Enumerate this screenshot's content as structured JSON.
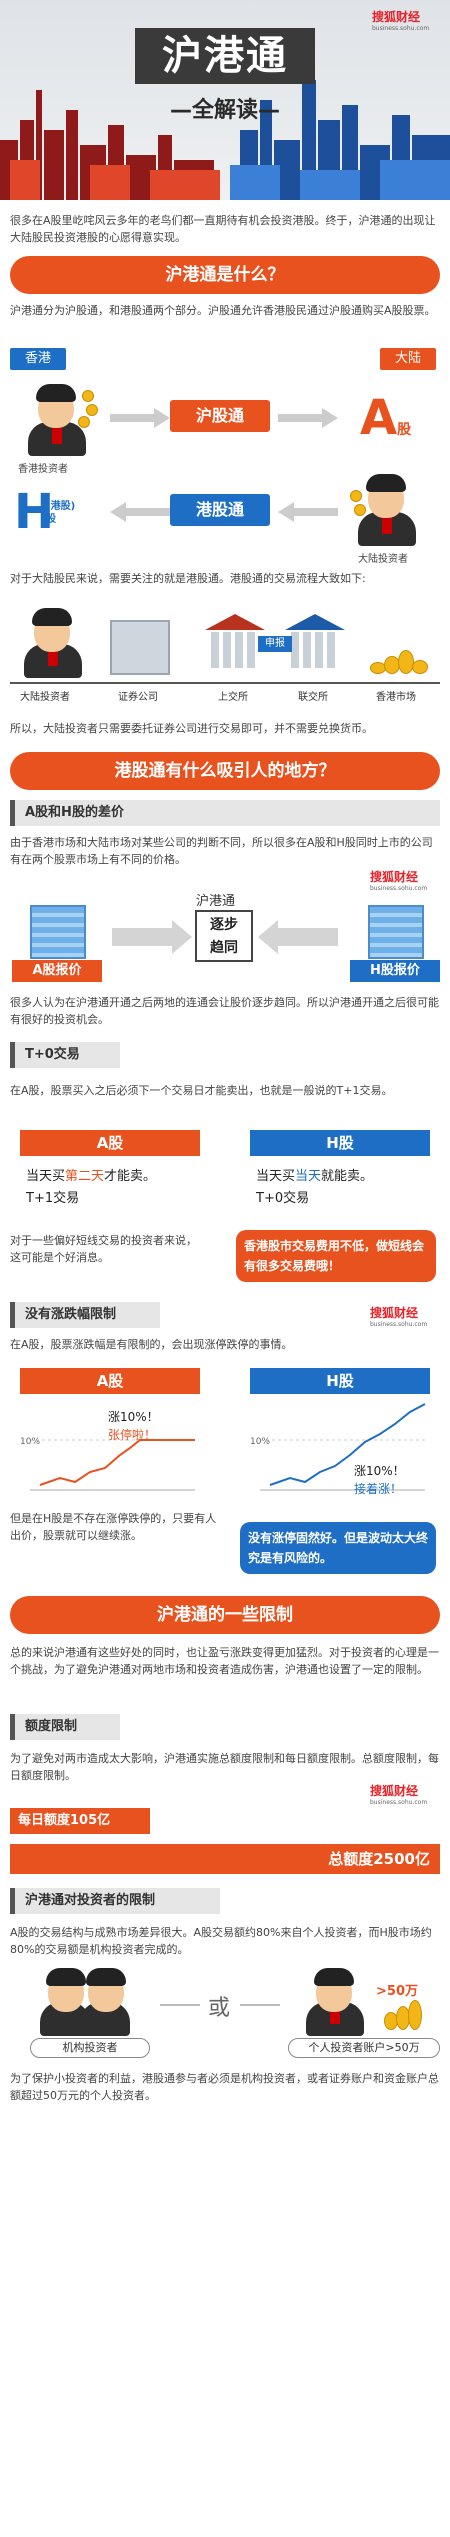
{
  "header": {
    "title": "沪港通",
    "subtitle": "—全解读—",
    "logo_cn": "搜狐财经",
    "logo_en": "business.sohu.com"
  },
  "intro": "很多在A股里屹咤风云多年的老鸟们都一直期待有机会投资港股。终于，沪港通的出现让大陆股民投资港股的心愿得意实现。",
  "s1": {
    "title": "沪港通是什么？",
    "desc": "沪港通分为沪股通，和港股通两个部分。沪股通允许香港股民通过沪股通购买A股股票。",
    "hk_label": "香港",
    "dl_label": "大陆",
    "hk_investor": "香港投资者",
    "dl_investor": "大陆投资者",
    "shgt": "沪股通",
    "ggt": "港股通",
    "a_letter": "A",
    "a_suffix": "股",
    "h_letter": "H",
    "h_suffix": "(港股)股",
    "focus": "对于大陆股民来说，需要关注的就是港股通。港股通的交易流程大致如下:",
    "flow": [
      "大陆投资者",
      "证券公司",
      "上交所",
      "联交所",
      "香港市场"
    ],
    "apply": "申报",
    "so": "所以，大陆投资者只需要委托证券公司进行交易即可，并不需要兑换货币。"
  },
  "s2": {
    "title": "港股通有什么吸引人的地方？",
    "sub1": "A股和H股的差价",
    "p1": "由于香港市场和大陆市场对某些公司的判断不同，所以很多在A股和H股同时上市的公司有在两个股票市场上有不同的价格。",
    "center": "沪港通",
    "center2a": "逐步",
    "center2b": "趋同",
    "a_price": "A股报价",
    "h_price": "H股报价",
    "p2": "很多人认为在沪港通开通之后两地的连通会让股价逐步趋同。所以沪港通开通之后很可能有很好的投资机会。",
    "sub2": "T+0交易",
    "p3": "在A股，股票买入之后必须下一个交易日才能卖出，也就是一般说的T+1交易。",
    "a_head": "A股",
    "h_head": "H股",
    "a_line1_pre": "当天买",
    "a_line1_red": "第二天",
    "a_line1_post": "才能卖。",
    "a_line2": "T+1交易",
    "h_line1_pre": "当天买",
    "h_line1_blue": "当天",
    "h_line1_post": "就能卖。",
    "h_line2": "T+0交易",
    "p4": "对于一些偏好短线交易的投资者来说，这可能是个好消息。",
    "bubble1": "香港股市交易费用不低，做短线会有很多交易费哦！",
    "sub3": "没有涨跌幅限制",
    "p5": "在A股，股票涨跌幅是有限制的，会出现涨停跌停的事情。",
    "chart_a": "涨10%！",
    "chart_a2": "张停啦！",
    "chart_pct": "10%",
    "chart_h": "涨10%！",
    "chart_h2": "接着涨！",
    "p6": "但是在H股是不存在涨停跌停的，只要有人出价，股票就可以继续涨。",
    "bubble2": "没有涨停固然好。但是波动太大终究是有风险的。"
  },
  "s3": {
    "title": "沪港通的一些限制",
    "p1": "总的来说沪港通有这些好处的同时，也让盈亏涨跌变得更加猛烈。对于投资者的心理是一个挑战，为了避免沪港通对两地市场和投资者造成伤害，沪港通也设置了一定的限制。",
    "sub1": "额度限制",
    "p2": "为了避免对两市造成太大影响，沪港通实施总额度限制和每日额度限制。总额度限制，每日额度限制。",
    "daily": "每日额度105亿",
    "total": "总额度2500亿",
    "sub2": "沪港通对投资者的限制",
    "p3": "A股的交易结构与成熟市场差异很大。A股交易额约80%来自个人投资者，而H股市场约80%的交易额是机构投资者完成的。",
    "or": "或",
    "inst": "机构投资者",
    "indiv": "个人投资者账户>50万",
    "over": ">50万",
    "p4": "为了保护小投资者的利益，港股通参与者必须是机构投资者，或者证券账户和资金账户总额超过50万元的个人投资者。"
  },
  "colors": {
    "red": "#e8521f",
    "blue": "#1d6ec4",
    "orange": "#f39800"
  }
}
